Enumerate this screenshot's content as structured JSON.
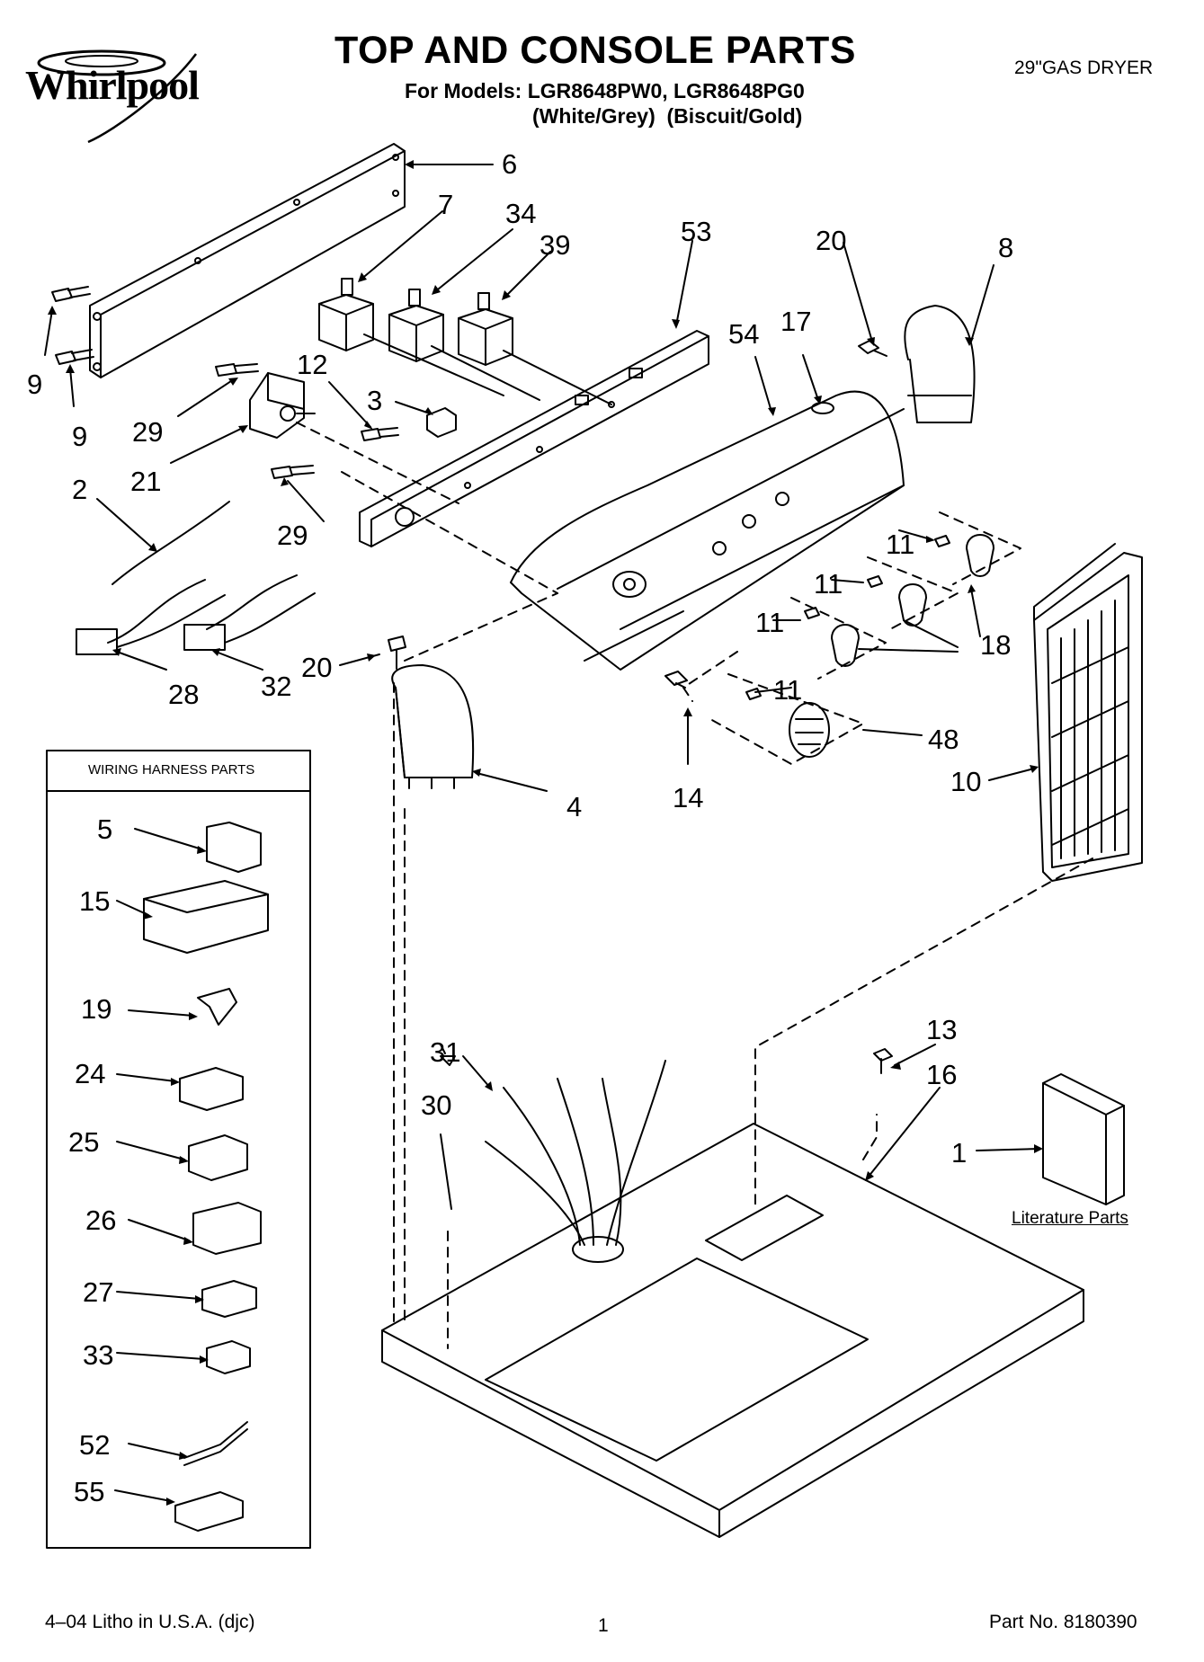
{
  "header": {
    "brand": "Whirlpool",
    "title": "TOP AND CONSOLE PARTS",
    "models_line": "For Models: LGR8648PW0, LGR8648PG0",
    "colors_line": "(White/Grey)  (Biscuit/Gold)",
    "product": "29\"GAS DRYER"
  },
  "harness_box": {
    "title": "WIRING HARNESS PARTS"
  },
  "literature_label": "Literature Parts",
  "callouts": {
    "c6": "6",
    "c7": "7",
    "c34": "34",
    "c39": "39",
    "c53": "53",
    "c20a": "20",
    "c8": "8",
    "c9a": "9",
    "c9b": "9",
    "c12": "12",
    "c3": "3",
    "c29a": "29",
    "c21": "21",
    "c54": "54",
    "c17": "17",
    "c2": "2",
    "c29b": "29",
    "c11a": "11",
    "c11b": "11",
    "c11c": "11",
    "c11d": "11",
    "c18": "18",
    "c20b": "20",
    "c28": "28",
    "c32": "32",
    "c4": "4",
    "c14": "14",
    "c48": "48",
    "c10": "10",
    "c5": "5",
    "c15": "15",
    "c19": "19",
    "c24": "24",
    "c25": "25",
    "c26": "26",
    "c27": "27",
    "c33": "33",
    "c52": "52",
    "c55": "55",
    "c31": "31",
    "c30": "30",
    "c13": "13",
    "c16": "16",
    "c1": "1"
  },
  "footer": {
    "litho": "4–04 Litho in U.S.A. (djc)",
    "page": "1",
    "part_no": "Part No. 8180390"
  }
}
